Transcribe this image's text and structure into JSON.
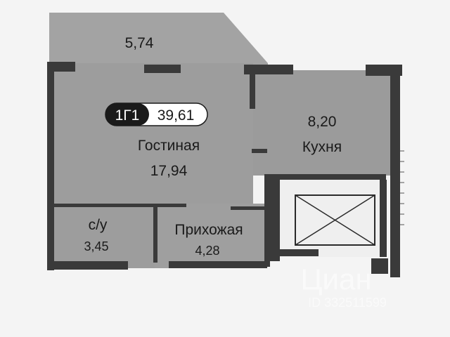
{
  "plan": {
    "badge": {
      "type": "1Г1",
      "total_area": "39,61"
    },
    "balcony": {
      "area": "5,74"
    },
    "living_room": {
      "name": "Гостиная",
      "area": "17,94"
    },
    "kitchen": {
      "name": "Кухня",
      "area": "8,20"
    },
    "bathroom": {
      "name": "с/у",
      "area": "3,45"
    },
    "hallway": {
      "name": "Прихожая",
      "area": "4,28"
    },
    "colors": {
      "room_fill": "#9d9d9d",
      "wall": "#3a3a3a",
      "background": "#f4f4f4"
    }
  },
  "watermark": {
    "brand": "Циан",
    "id": "ID 332511599"
  }
}
